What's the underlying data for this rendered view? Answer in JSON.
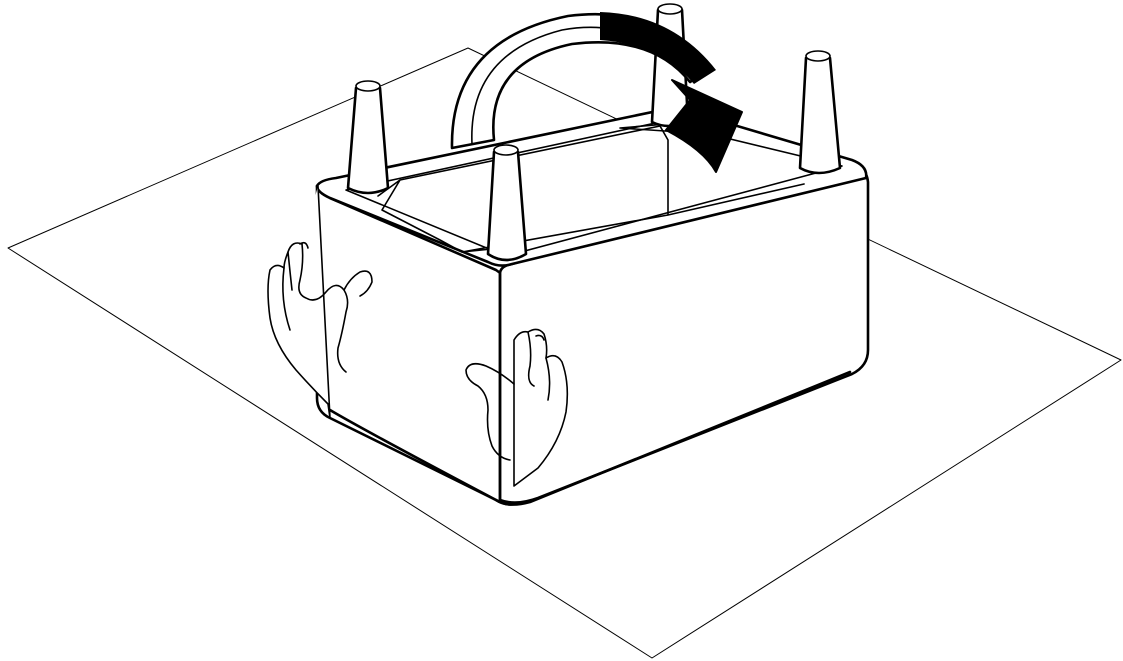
{
  "illustration": {
    "subject": "ottoman",
    "action": "flip-over",
    "legs": 4,
    "hands": 2,
    "arrow_direction": "clockwise",
    "colors": {
      "line": "#000000",
      "background": "#ffffff",
      "arrow": "#000000"
    }
  }
}
